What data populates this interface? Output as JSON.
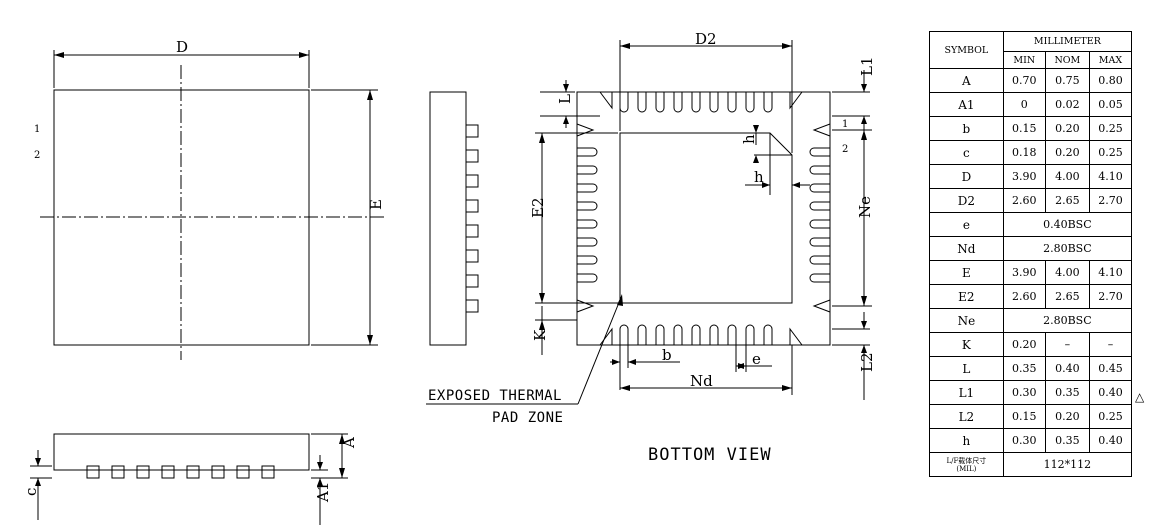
{
  "top_view": {
    "dim_width": "D",
    "dim_height": "E",
    "pin1": "1",
    "pin2": "2"
  },
  "side_view": {
    "dim_height": "A",
    "dim_standoff": "A1",
    "dim_lead": "c"
  },
  "bottom_view": {
    "dim_pad_width": "D2",
    "dim_pad_height": "E2",
    "dim_pitch": "e",
    "dim_lead_width": "b",
    "dim_lead_span_x": "Nd",
    "dim_lead_span_y": "Ne",
    "dim_lead_length": "L",
    "dim_l1": "L1",
    "dim_l2": "L2",
    "dim_k": "K",
    "dim_h": "h",
    "pin1": "1",
    "pin2": "2",
    "note_line1": "EXPOSED THERMAL",
    "note_line2": "PAD ZONE",
    "title": "BOTTOM VIEW"
  },
  "spec_table": {
    "header_symbol": "SYMBOL",
    "header_unit": "MILLIMETER",
    "col_min": "MIN",
    "col_nom": "NOM",
    "col_max": "MAX",
    "rows": [
      {
        "sym": "A",
        "min": "0.70",
        "nom": "0.75",
        "max": "0.80"
      },
      {
        "sym": "A1",
        "min": "0",
        "nom": "0.02",
        "max": "0.05"
      },
      {
        "sym": "b",
        "min": "0.15",
        "nom": "0.20",
        "max": "0.25"
      },
      {
        "sym": "c",
        "min": "0.18",
        "nom": "0.20",
        "max": "0.25"
      },
      {
        "sym": "D",
        "min": "3.90",
        "nom": "4.00",
        "max": "4.10"
      },
      {
        "sym": "D2",
        "min": "2.60",
        "nom": "2.65",
        "max": "2.70"
      },
      {
        "sym": "e",
        "span": "0.40BSC"
      },
      {
        "sym": "Nd",
        "span": "2.80BSC"
      },
      {
        "sym": "E",
        "min": "3.90",
        "nom": "4.00",
        "max": "4.10"
      },
      {
        "sym": "E2",
        "min": "2.60",
        "nom": "2.65",
        "max": "2.70"
      },
      {
        "sym": "Ne",
        "span": "2.80BSC"
      },
      {
        "sym": "K",
        "min": "0.20",
        "nom": "–",
        "max": "–"
      },
      {
        "sym": "L",
        "min": "0.35",
        "nom": "0.40",
        "max": "0.45"
      },
      {
        "sym": "L1",
        "min": "0.30",
        "nom": "0.35",
        "max": "0.40"
      },
      {
        "sym": "L2",
        "min": "0.15",
        "nom": "0.20",
        "max": "0.25"
      },
      {
        "sym": "h",
        "min": "0.30",
        "nom": "0.35",
        "max": "0.40"
      }
    ],
    "lf_label_line1": "L/F载体尺寸",
    "lf_label_line2": "(MIL)",
    "lf_value": "112*112",
    "revision_mark": "△"
  }
}
